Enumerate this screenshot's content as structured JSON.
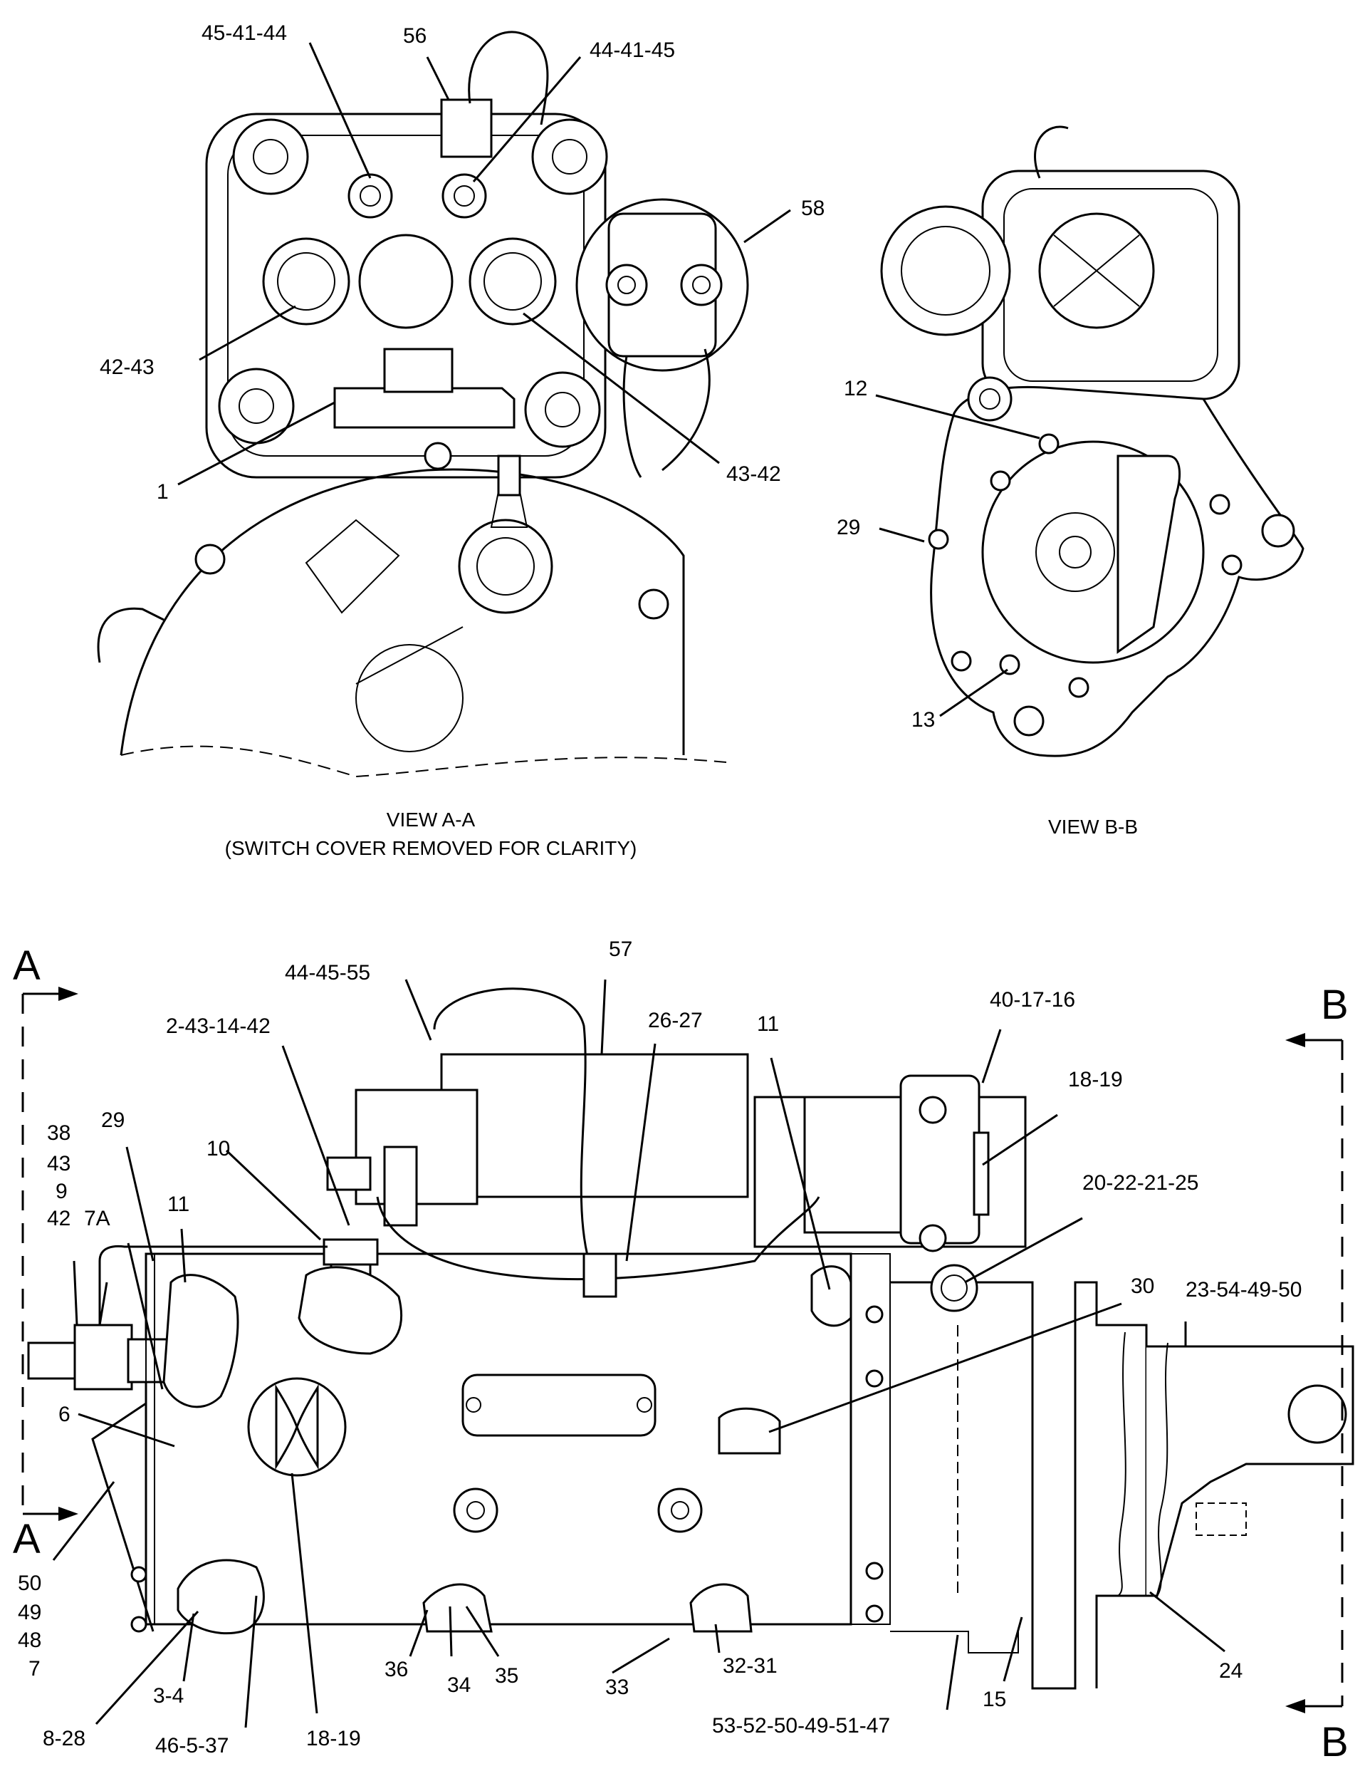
{
  "views": {
    "view_aa_title": "VIEW A-A",
    "view_aa_note": "(SWITCH COVER REMOVED FOR CLARITY)",
    "view_bb_title": "VIEW B-B"
  },
  "section_markers": {
    "a_top": "A",
    "a_bottom": "A",
    "b_top": "B",
    "b_bottom": "B"
  },
  "callouts_view_aa": {
    "c45_41_44": "45-41-44",
    "c56": "56",
    "c44_41_45": "44-41-45",
    "c58": "58",
    "c42_43": "42-43",
    "c1": "1",
    "c43_42": "43-42"
  },
  "callouts_view_bb": {
    "c12": "12",
    "c29": "29",
    "c13": "13"
  },
  "callouts_main": {
    "c57": "57",
    "c44_45_55": "44-45-55",
    "c26_27": "26-27",
    "c11_top": "11",
    "c40_17_16": "40-17-16",
    "c2_43_14_42": "2-43-14-42",
    "c18_19_top": "18-19",
    "c38": "38",
    "c29": "29",
    "c10": "10",
    "c43": "43",
    "c9": "9",
    "c42": "42",
    "c7a": "7A",
    "c11_left": "11",
    "c20_22_21_25": "20-22-21-25",
    "c30": "30",
    "c23_54_49_50": "23-54-49-50",
    "c6": "6",
    "c50": "50",
    "c49": "49",
    "c48": "48",
    "c7": "7",
    "c3_4": "3-4",
    "c8_28": "8-28",
    "c46_5_37": "46-5-37",
    "c18_19_bottom": "18-19",
    "c36": "36",
    "c34": "34",
    "c35": "35",
    "c33": "33",
    "c32_31": "32-31",
    "c53_52_50_49_51_47": "53-52-50-49-51-47",
    "c15": "15",
    "c24": "24"
  }
}
